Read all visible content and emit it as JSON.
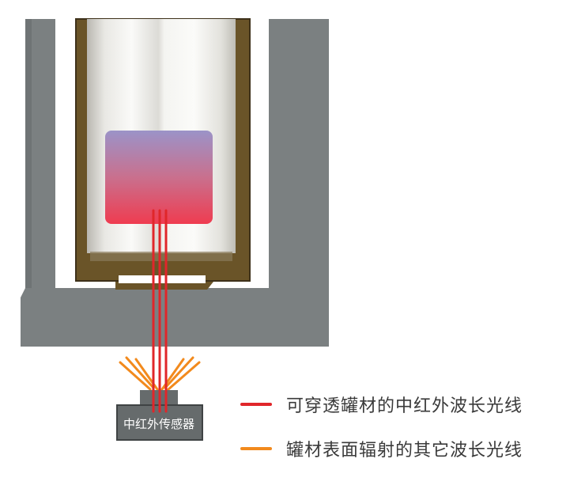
{
  "sensor": {
    "label": "中红外传感器"
  },
  "legend": [
    {
      "text": "可穿透罐材的中红外波长光线",
      "color": "#e0262a"
    },
    {
      "text": "罐材表面辐射的其它波长光线",
      "color": "#f28a1d"
    }
  ],
  "colors": {
    "housing": "#7b8081",
    "can_wall": "#6a5428",
    "tube": "#ececeb",
    "melt_top": "#9b93c8",
    "melt_bottom": "#ef3c50",
    "ir_ray": "#e0262a",
    "other_ray": "#f28a1d",
    "sensor_body": "#666b6c"
  }
}
